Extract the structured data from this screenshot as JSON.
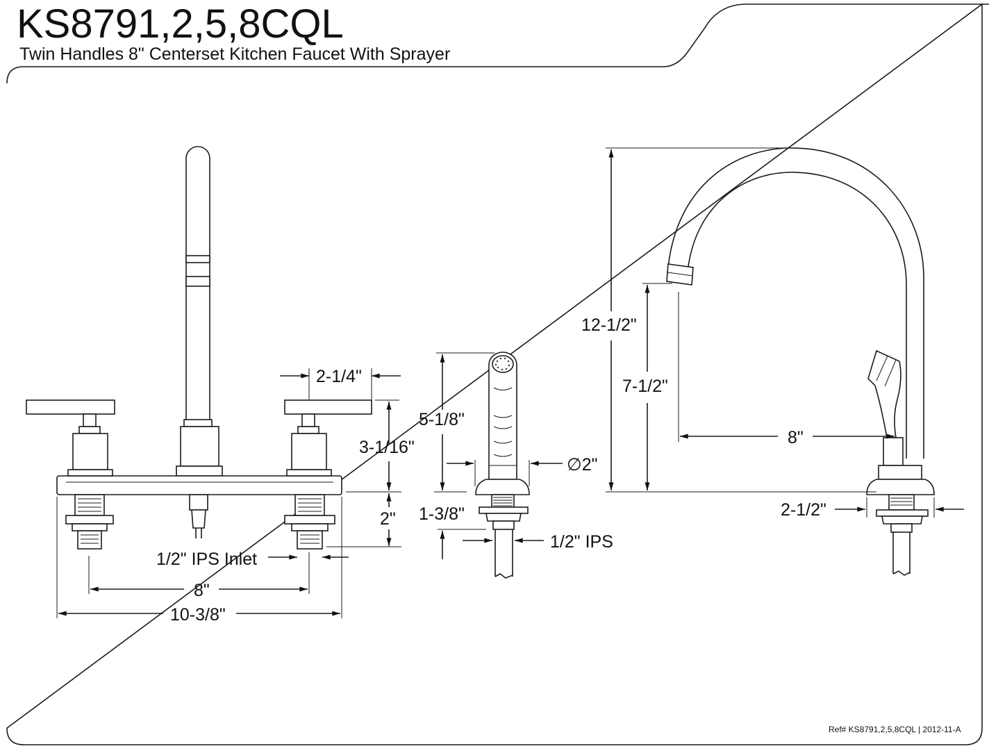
{
  "header": {
    "model": "KS8791,2,5,8CQL",
    "description": "Twin Handles 8\" Centerset Kitchen Faucet With Sprayer"
  },
  "front_view": {
    "handle_spacing": "2-1/4\"",
    "handle_height": "3-1/16\"",
    "shank_length": "2\"",
    "inlet": "1/2\" IPS Inlet",
    "centerset": "8\"",
    "overall_width": "10-3/8\""
  },
  "sprayer_view": {
    "height": "5-1/8\"",
    "diameter": "∅2\"",
    "shank_length": "1-3/8\"",
    "connection": "1/2\" IPS"
  },
  "side_view": {
    "overall_height": "12-1/2\"",
    "spout_clearance": "7-1/2\"",
    "spout_reach": "8\"",
    "base_diameter": "2-1/2\""
  },
  "footer": {
    "ref": "Ref# KS8791,2,5,8CQL | 2012-11-A"
  }
}
